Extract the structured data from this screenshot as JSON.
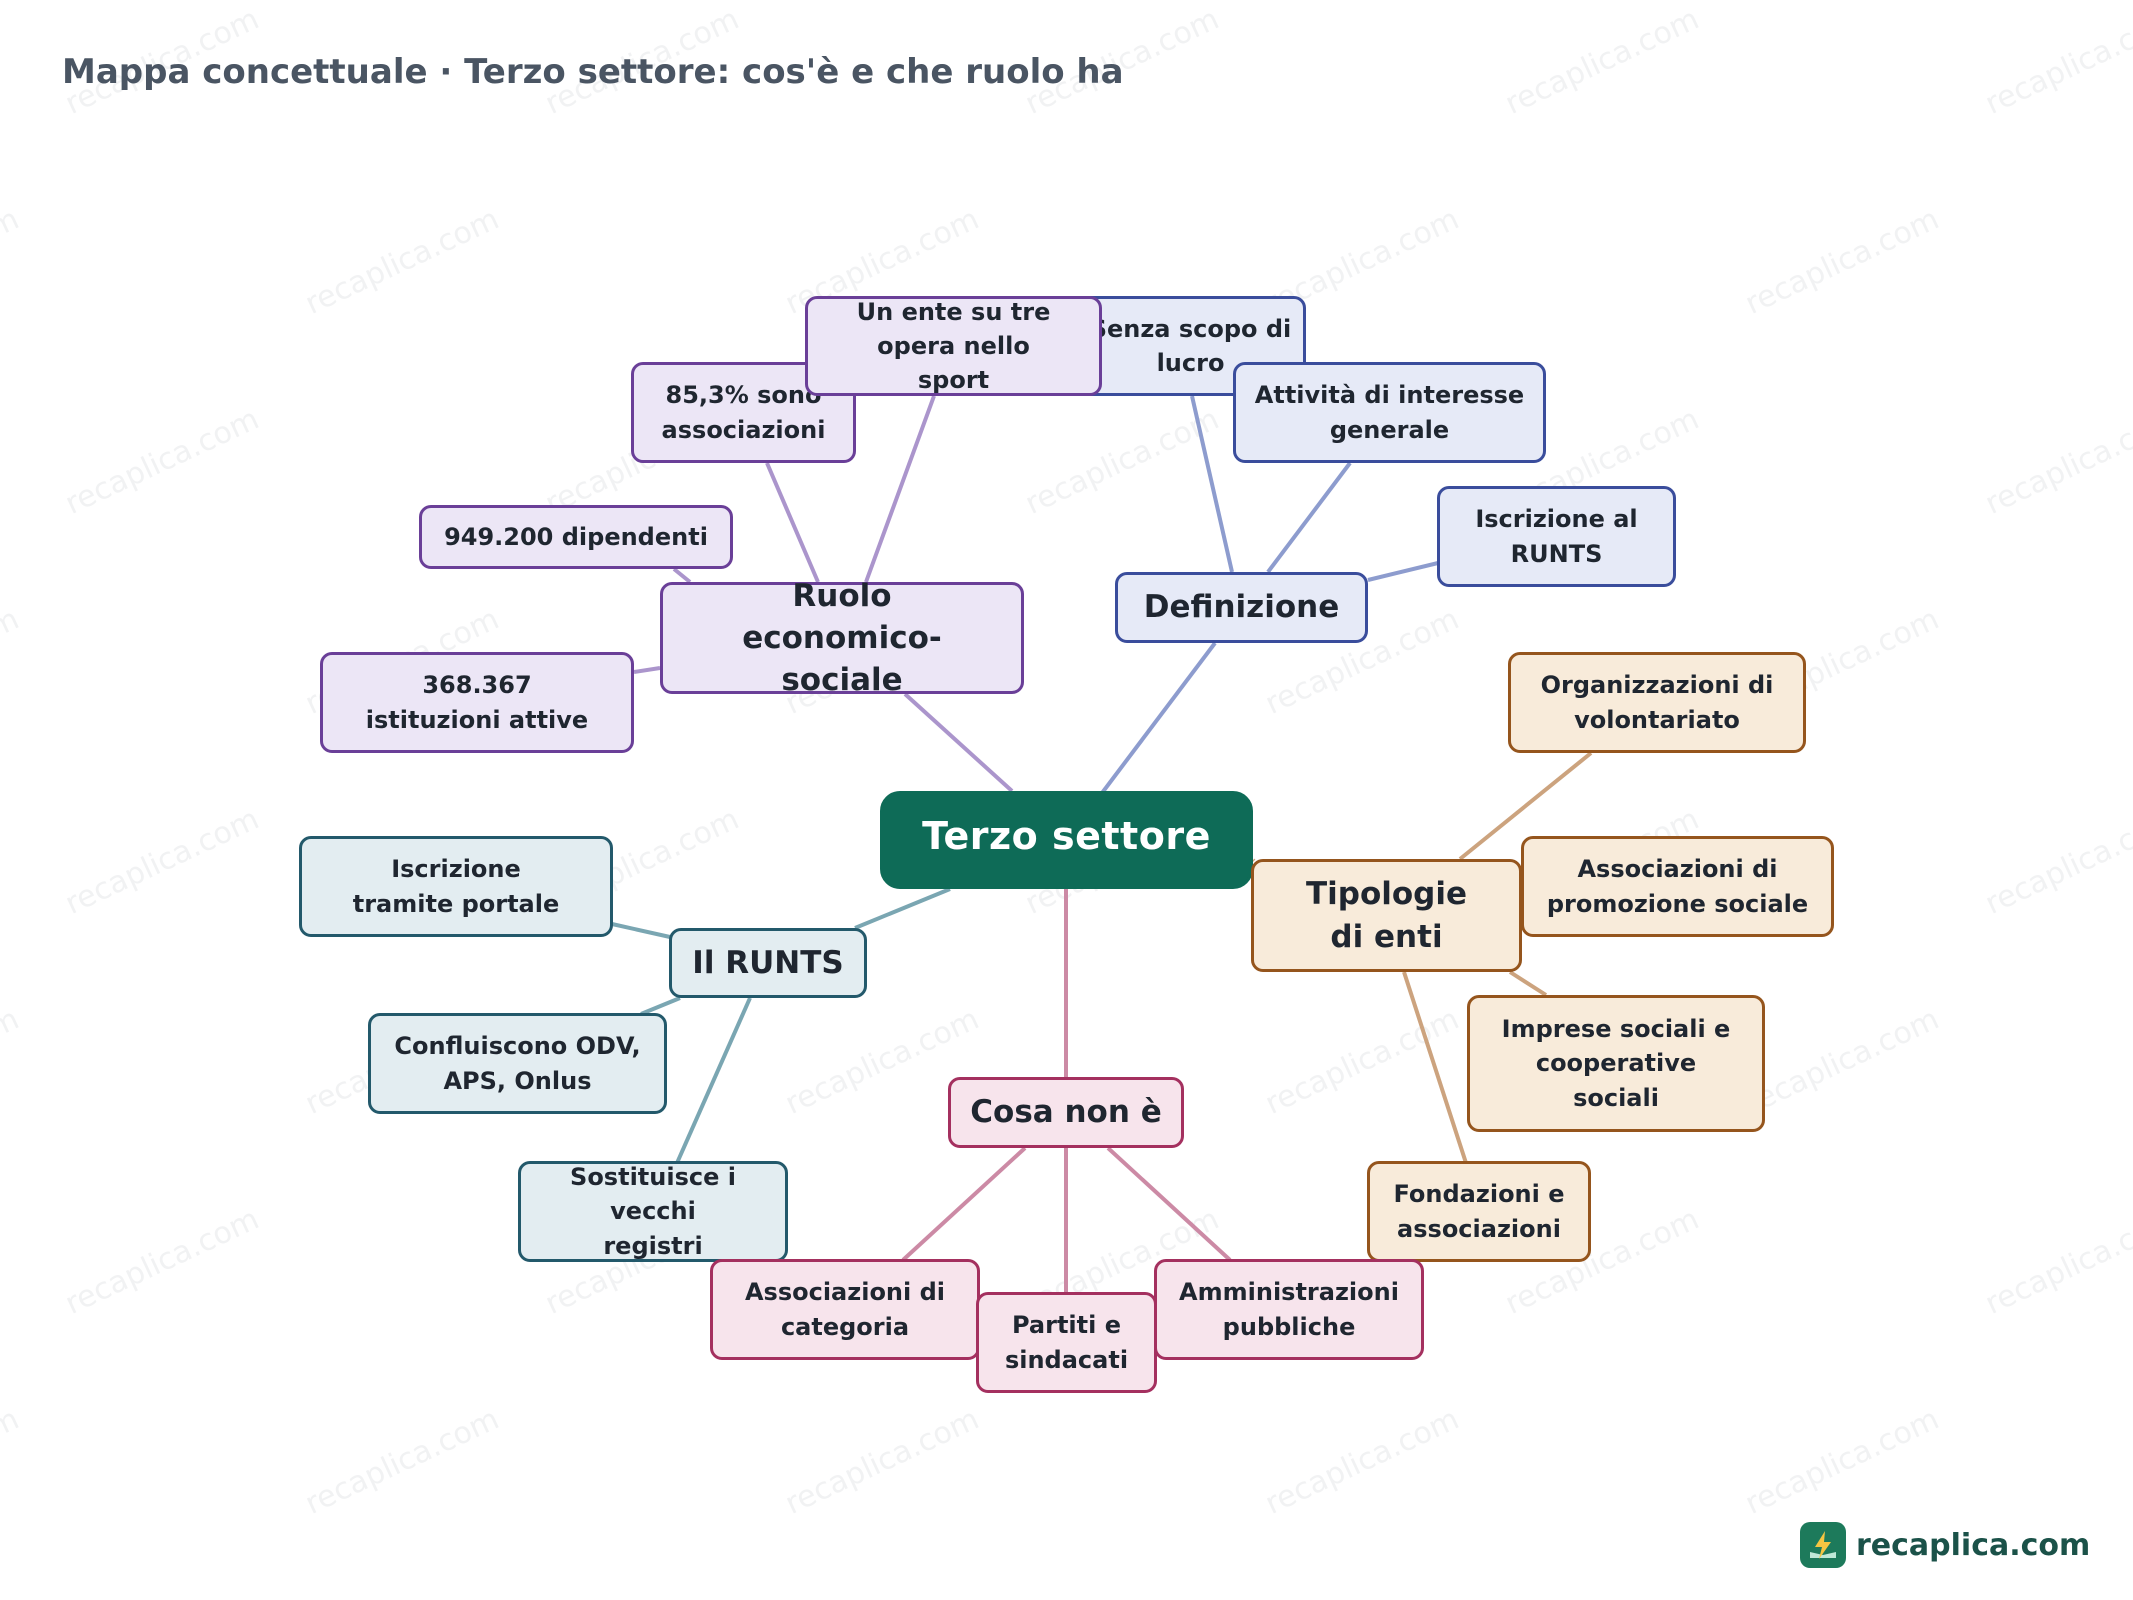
{
  "title": "Mappa concettuale · Terzo settore: cos'è e che ruolo ha",
  "center": "Terzo settore",
  "colors": {
    "center": "#0e6b57",
    "definizione": {
      "fill": "#e6eaf7",
      "stroke": "#3a4d9c",
      "link": "#8d9cce"
    },
    "ruolo": {
      "fill": "#ece6f6",
      "stroke": "#6a3f98",
      "link": "#ab95cc"
    },
    "tipologie": {
      "fill": "#f8ebda",
      "stroke": "#95551d",
      "link": "#cca37e"
    },
    "runts": {
      "fill": "#e3edf1",
      "stroke": "#23596b",
      "link": "#7aa6b2"
    },
    "cosa_non_e": {
      "fill": "#f7e4ec",
      "stroke": "#a4305f",
      "link": "#cc8aa5"
    }
  },
  "branches": {
    "definizione": {
      "label": "Definizione",
      "leaves": [
        "Senza scopo di lucro",
        "Attività di interesse generale",
        "Iscrizione al RUNTS"
      ]
    },
    "ruolo": {
      "label": "Ruolo economico-sociale",
      "leaves": [
        "85,3% sono associazioni",
        "Un ente su tre opera nello sport",
        "949.200 dipendenti",
        "368.367 istituzioni attive"
      ]
    },
    "tipologie": {
      "label": "Tipologie di enti",
      "leaves": [
        "Organizzazioni di volontariato",
        "Associazioni di promozione sociale",
        "Imprese sociali e cooperative sociali",
        "Fondazioni e associazioni"
      ]
    },
    "runts": {
      "label": "Il RUNTS",
      "leaves": [
        "Iscrizione tramite portale",
        "Confluiscono ODV, APS, Onlus",
        "Sostituisce i vecchi registri"
      ]
    },
    "cosa_non_e": {
      "label": "Cosa non è",
      "leaves": [
        "Associazioni di categoria",
        "Partiti e sindacati",
        "Amministrazioni pubbliche"
      ]
    }
  },
  "brand": {
    "name": "recaplica.com",
    "icon": "lightning-book-icon"
  },
  "watermark": "recaplica.com"
}
